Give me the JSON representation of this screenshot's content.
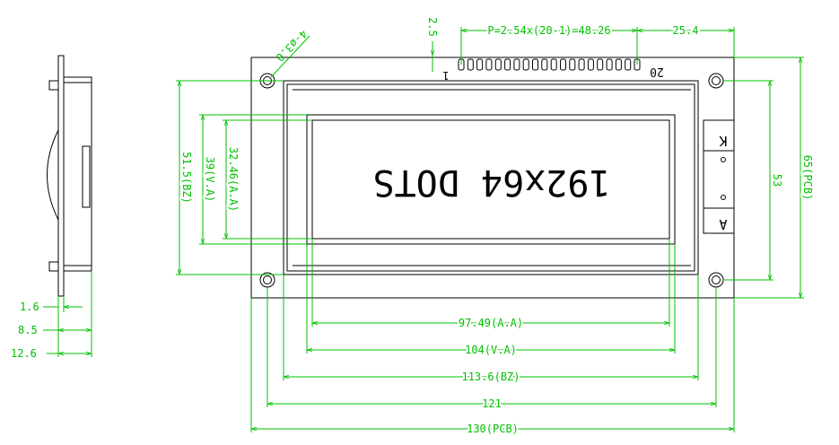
{
  "diagram": {
    "display_text": "192x64 DOTS",
    "pin_first": "1",
    "pin_last": "20",
    "label_k": "K",
    "label_a": "A",
    "dims": {
      "hole": "4-ø3.0",
      "pitch": "P=2.54x(20-1)=48.26",
      "right_offset": "25.4",
      "top_offset": "2.5",
      "aa_height": "32.46(A.A)",
      "va_height": "39(V.A)",
      "bz_height": "51.5(BZ)",
      "hole_span_v": "53",
      "pcb_height": "65(PCB)",
      "aa_width": "97.49(A.A)",
      "va_width": "104(V.A)",
      "bz_width": "113.6(BZ)",
      "hole_span_h": "121",
      "pcb_width": "130(PCB)",
      "side_t1": "1.6",
      "side_t2": "8.5",
      "side_t3": "12.6"
    },
    "colors": {
      "outline": "#000000",
      "dimension": "#00c000",
      "background": "#ffffff"
    }
  }
}
